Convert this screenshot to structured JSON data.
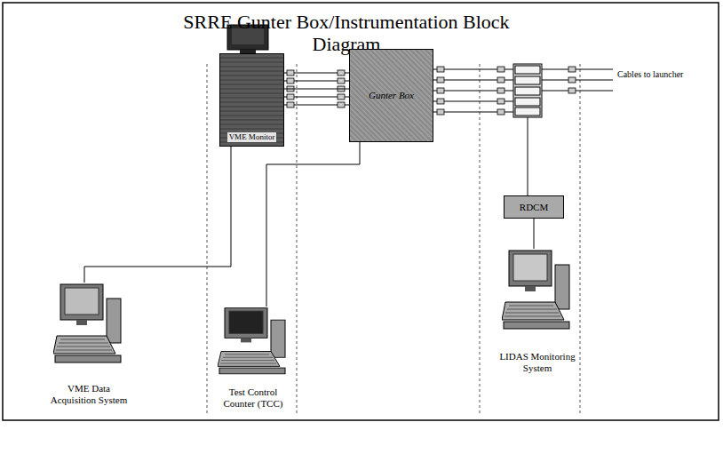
{
  "diagram": {
    "title": "SRRE Gunter Box/Instrumentation Block Diagram",
    "nodes": [
      {
        "text": [
          "VME Monitor"
        ]
      },
      {
        "text": [
          "Gunter Box"
        ]
      },
      {
        "text": [
          "RDCM"
        ]
      },
      {
        "text": [
          "VME Data Acquisition System"
        ]
      },
      {
        "text": [
          "Test Control Counter (TCC)"
        ]
      },
      {
        "text": [
          "LIDAS Monitoring System"
        ]
      }
    ],
    "edges": [
      {
        "from": 0,
        "to": 1,
        "arrow": "none"
      },
      {
        "from": 0,
        "to": 3,
        "arrow": "none"
      },
      {
        "from": 1,
        "to": 4,
        "arrow": "none"
      },
      {
        "from": 2,
        "to": 5,
        "arrow": "none"
      }
    ],
    "labels": [
      "Cables to launcher"
    ]
  }
}
